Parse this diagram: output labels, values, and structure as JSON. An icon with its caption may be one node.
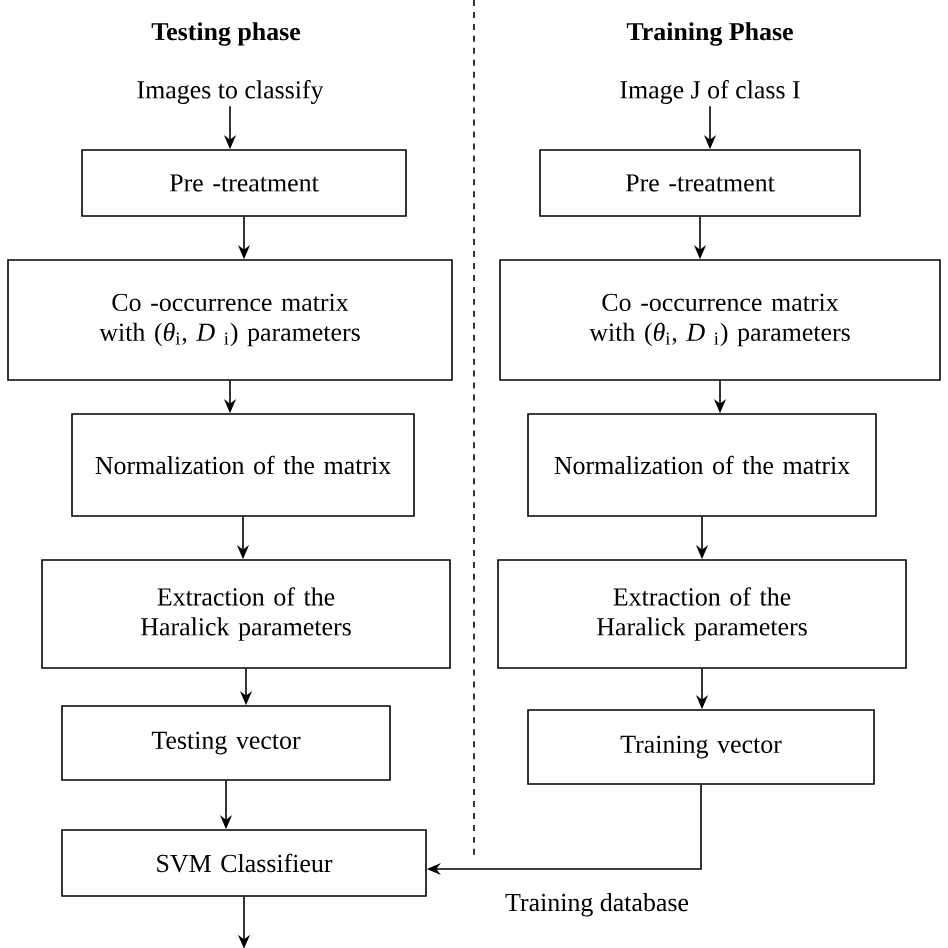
{
  "diagram": {
    "nodes": [
      {
        "text": [
          "Images to classify"
        ]
      },
      {
        "text": [
          "Pre -treatment"
        ]
      },
      {
        "text": [
          "Co -occurrence matrix with (*θ*$_{i}$, *D* $_{i}$) parameters"
        ]
      },
      {
        "text": [
          "Normalization of the matrix"
        ]
      },
      {
        "text": [
          "Extraction of the Haralick parameters"
        ]
      },
      {
        "text": [
          "Testing vector"
        ]
      },
      {
        "text": [
          "SVM Classifieur"
        ]
      },
      {
        "text": [
          "Image J of class I"
        ]
      },
      {
        "text": [
          "Pre -treatment"
        ]
      },
      {
        "text": [
          "Co -occurrence matrix with (*θ*$_{i}$, *D* $_{i}$) parameters"
        ]
      },
      {
        "text": [
          "Normalization of the matrix"
        ]
      },
      {
        "text": [
          "Extraction of the Haralick parameters"
        ]
      },
      {
        "text": [
          "Training vector"
        ]
      }
    ],
    "edges": [
      {
        "from": 0,
        "to": 1,
        "arrow": "to"
      },
      {
        "from": 1,
        "to": 2,
        "arrow": "to"
      },
      {
        "from": 2,
        "to": 3,
        "arrow": "to"
      },
      {
        "from": 3,
        "to": 4,
        "arrow": "to"
      },
      {
        "from": 4,
        "to": 5,
        "arrow": "to"
      },
      {
        "from": 5,
        "to": 6,
        "arrow": "to"
      },
      {
        "from": 6,
        "to": null,
        "arrow": "to"
      },
      {
        "from": 7,
        "to": 8,
        "arrow": "to"
      },
      {
        "from": 8,
        "to": 9,
        "arrow": "to"
      },
      {
        "from": 9,
        "to": 10,
        "arrow": "to"
      },
      {
        "from": 10,
        "to": 11,
        "arrow": "to"
      },
      {
        "from": 11,
        "to": 12,
        "arrow": "to"
      },
      {
        "from": 12,
        "to": 6,
        "arrow": "to",
        "label": "Training database"
      }
    ],
    "labels": [
      "Testing phase",
      "Training Phase"
    ]
  }
}
